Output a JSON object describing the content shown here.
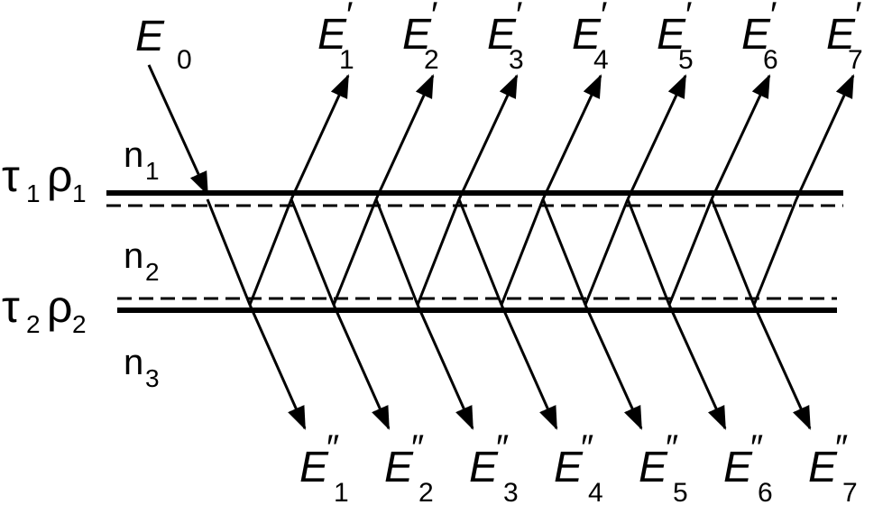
{
  "diagram": {
    "incident": {
      "letter": "E",
      "sub": "0"
    },
    "reflected": [
      {
        "letter": "E",
        "prime": "′",
        "sub": "1"
      },
      {
        "letter": "E",
        "prime": "′",
        "sub": "2"
      },
      {
        "letter": "E",
        "prime": "′",
        "sub": "3"
      },
      {
        "letter": "E",
        "prime": "′",
        "sub": "4"
      },
      {
        "letter": "E",
        "prime": "′",
        "sub": "5"
      },
      {
        "letter": "E",
        "prime": "′",
        "sub": "6"
      },
      {
        "letter": "E",
        "prime": "′",
        "sub": "7"
      }
    ],
    "transmitted": [
      {
        "letter": "E",
        "prime": "″",
        "sub": "1"
      },
      {
        "letter": "E",
        "prime": "″",
        "sub": "2"
      },
      {
        "letter": "E",
        "prime": "″",
        "sub": "3"
      },
      {
        "letter": "E",
        "prime": "″",
        "sub": "4"
      },
      {
        "letter": "E",
        "prime": "″",
        "sub": "5"
      },
      {
        "letter": "E",
        "prime": "″",
        "sub": "6"
      },
      {
        "letter": "E",
        "prime": "″",
        "sub": "7"
      }
    ],
    "media": [
      {
        "letter": "n",
        "sub": "1"
      },
      {
        "letter": "n",
        "sub": "2"
      },
      {
        "letter": "n",
        "sub": "3"
      }
    ],
    "interfaces": [
      {
        "tau": "τ",
        "tau_sub": "1",
        "rho": "ρ",
        "rho_sub": "1"
      },
      {
        "tau": "τ",
        "tau_sub": "2",
        "rho": "ρ",
        "rho_sub": "2"
      }
    ]
  }
}
